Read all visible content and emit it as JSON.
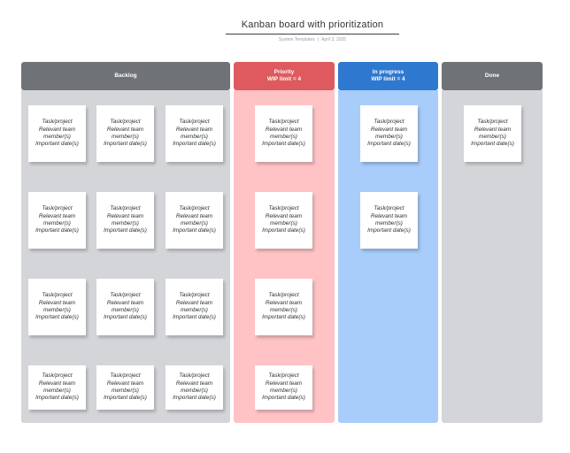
{
  "header": {
    "title": "Kanban board with prioritization",
    "source": "System Templates",
    "date": "April 3, 2025"
  },
  "columns": {
    "backlog": {
      "title": "Backlog",
      "subtitle": ""
    },
    "priority": {
      "title": "Priority",
      "subtitle": "WIP limit = 4"
    },
    "in_progress": {
      "title": "In progress",
      "subtitle": "WIP limit = 4"
    },
    "done": {
      "title": "Done",
      "subtitle": ""
    }
  },
  "card_text": {
    "line1": "Task/project",
    "line2": "Relevant team",
    "line3": "member(s)",
    "line4": "Important date(s)"
  },
  "card_counts": {
    "backlog": 12,
    "priority": 4,
    "in_progress": 2,
    "done": 1
  },
  "colors": {
    "backlog_header": "#6f7378",
    "priority_header": "#de5a5e",
    "priority_body": "#ffc3c6",
    "in_progress_header": "#2f78d0",
    "in_progress_body": "#a8cdfb",
    "done_header": "#6f7378",
    "neutral_body": "#d3d5d8"
  }
}
